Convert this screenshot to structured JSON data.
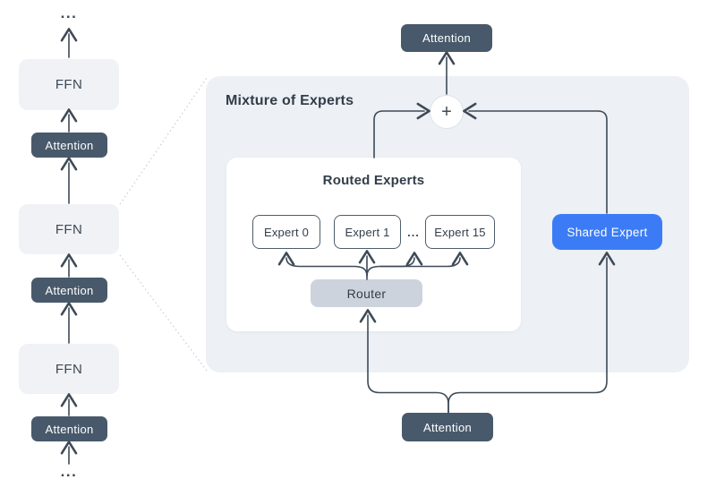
{
  "diagram": {
    "left_stack": {
      "ellipsis_top": "...",
      "ellipsis_bottom": "...",
      "ffn_label": "FFN",
      "attention_label": "Attention"
    },
    "moe": {
      "title": "Mixture of Experts",
      "attention_top_label": "Attention",
      "attention_bottom_label": "Attention",
      "sum_symbol": "+",
      "shared_expert_label": "Shared Expert",
      "routed": {
        "title": "Routed Experts",
        "experts": [
          "Expert 0",
          "Expert 1",
          "Expert 15"
        ],
        "ellipsis": "...",
        "router_label": "Router"
      }
    },
    "colors": {
      "dark_slate": "#48596b",
      "panel_gray": "#edf0f4",
      "ffn_fill": "#f0f2f6",
      "router_fill": "#ccd3dd",
      "shared_blue": "#3b7cf6",
      "wire": "#3e4a57",
      "dotted_connector": "#c8cdd5"
    }
  }
}
